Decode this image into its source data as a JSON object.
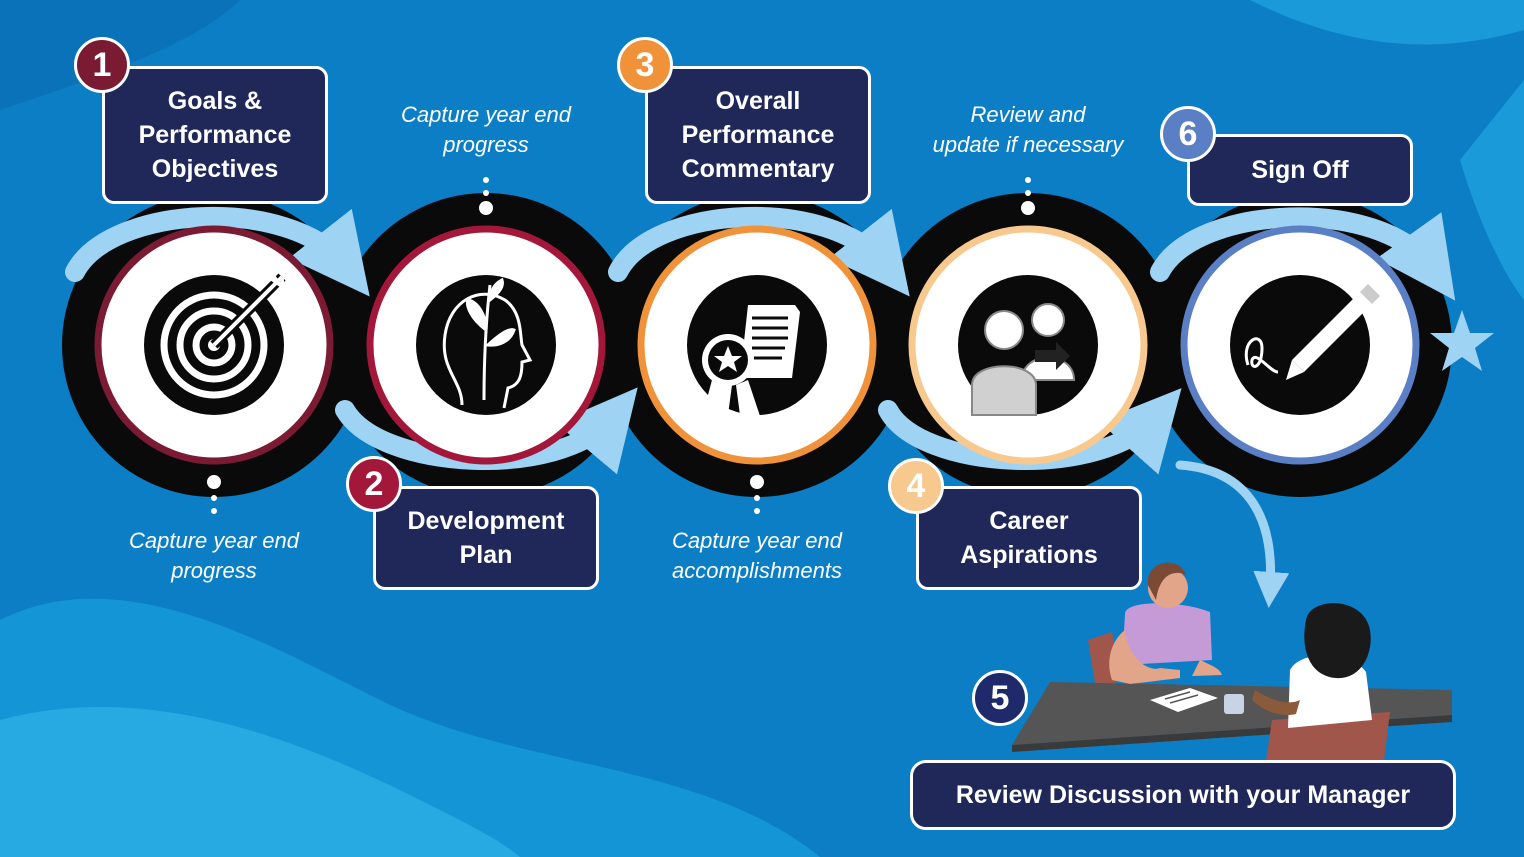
{
  "steps": [
    {
      "number": "1",
      "line1": "Goals &",
      "line2": "Performance",
      "line3": "Objectives",
      "color": "#7a1a33"
    },
    {
      "number": "2",
      "line1": "Development",
      "line2": "Plan",
      "color": "#a3183a"
    },
    {
      "number": "3",
      "line1": "Overall",
      "line2": "Performance",
      "line3": "Commentary",
      "color": "#f0923a"
    },
    {
      "number": "4",
      "line1": "Career",
      "line2": "Aspirations",
      "color": "#f8c98e"
    },
    {
      "number": "5",
      "label": "Review Discussion with your Manager",
      "color": "#1f2a6b"
    },
    {
      "number": "6",
      "label": "Sign Off",
      "color": "#5a7fc4"
    }
  ],
  "notes": {
    "n1": {
      "line1": "Capture year end",
      "line2": "progress"
    },
    "n2": {
      "line1": "Capture year end",
      "line2": "progress"
    },
    "n3": {
      "line1": "Capture year end",
      "line2": "accomplishments"
    },
    "n4": {
      "line1": "Review and",
      "line2": "update if necessary"
    }
  },
  "icons": [
    "target-icon",
    "head-plant-icon",
    "certificate-icon",
    "two-people-icon",
    "signature-pen-icon"
  ],
  "colors": {
    "background": "#0a7ec8",
    "box": "#1f2859",
    "arrow": "#9fd3f3",
    "ring": "#0a0a0a"
  }
}
